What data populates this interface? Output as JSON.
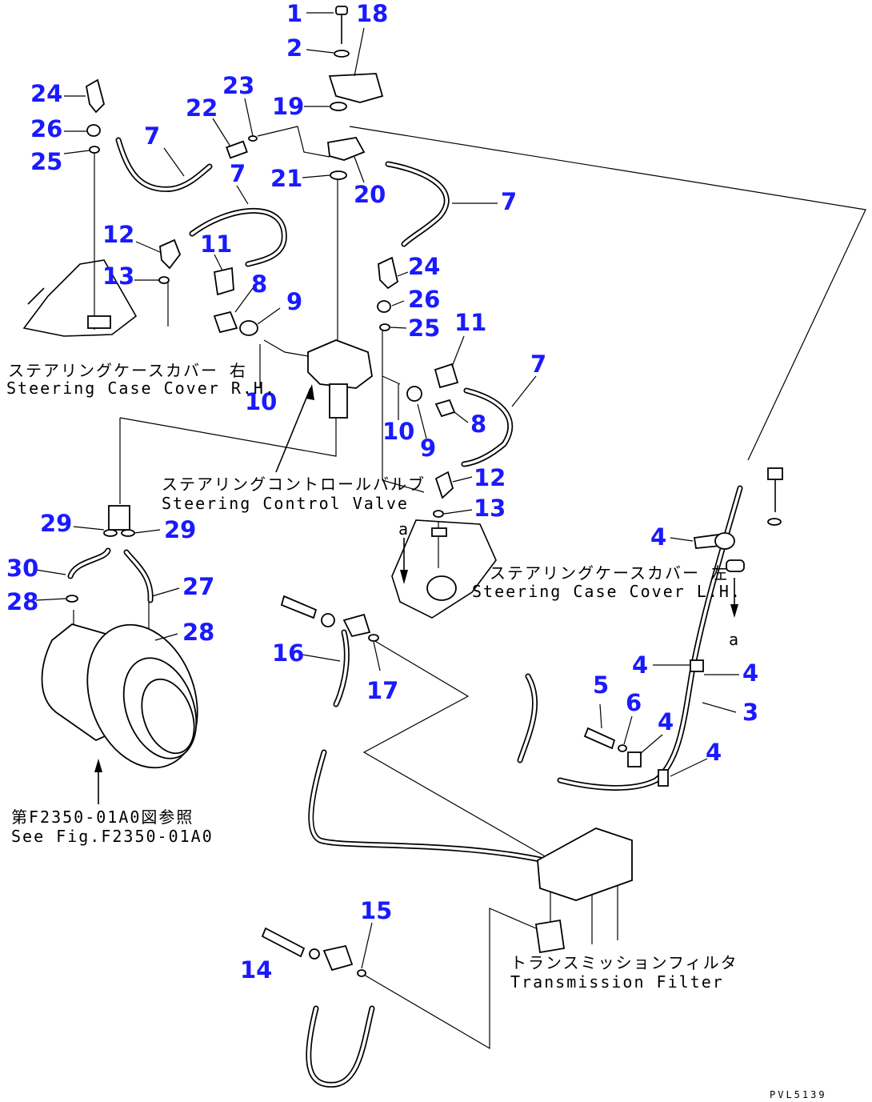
{
  "diagram": {
    "callouts": [
      {
        "id": "c1",
        "text": "1"
      },
      {
        "id": "c18",
        "text": "18"
      },
      {
        "id": "c2",
        "text": "2"
      },
      {
        "id": "c24a",
        "text": "24"
      },
      {
        "id": "c23",
        "text": "23"
      },
      {
        "id": "c19",
        "text": "19"
      },
      {
        "id": "c22",
        "text": "22"
      },
      {
        "id": "c26a",
        "text": "26"
      },
      {
        "id": "c7a",
        "text": "7"
      },
      {
        "id": "c25a",
        "text": "25"
      },
      {
        "id": "c7b",
        "text": "7"
      },
      {
        "id": "c21",
        "text": "21"
      },
      {
        "id": "c20",
        "text": "20"
      },
      {
        "id": "c7c",
        "text": "7"
      },
      {
        "id": "c12a",
        "text": "12"
      },
      {
        "id": "c11a",
        "text": "11"
      },
      {
        "id": "c24b",
        "text": "24"
      },
      {
        "id": "c13a",
        "text": "13"
      },
      {
        "id": "c8a",
        "text": "8"
      },
      {
        "id": "c26b",
        "text": "26"
      },
      {
        "id": "c9a",
        "text": "9"
      },
      {
        "id": "c25b",
        "text": "25"
      },
      {
        "id": "c11b",
        "text": "11"
      },
      {
        "id": "c7d",
        "text": "7"
      },
      {
        "id": "c10a",
        "text": "10"
      },
      {
        "id": "c10b",
        "text": "10"
      },
      {
        "id": "c8b",
        "text": "8"
      },
      {
        "id": "c9b",
        "text": "9"
      },
      {
        "id": "c12b",
        "text": "12"
      },
      {
        "id": "c13b",
        "text": "13"
      },
      {
        "id": "c29a",
        "text": "29"
      },
      {
        "id": "c29b",
        "text": "29"
      },
      {
        "id": "c4a",
        "text": "4"
      },
      {
        "id": "c30",
        "text": "30"
      },
      {
        "id": "c27",
        "text": "27"
      },
      {
        "id": "c28a",
        "text": "28"
      },
      {
        "id": "c28b",
        "text": "28"
      },
      {
        "id": "c16",
        "text": "16"
      },
      {
        "id": "c17",
        "text": "17"
      },
      {
        "id": "c4b",
        "text": "4"
      },
      {
        "id": "c4c",
        "text": "4"
      },
      {
        "id": "c5",
        "text": "5"
      },
      {
        "id": "c6",
        "text": "6"
      },
      {
        "id": "c3",
        "text": "3"
      },
      {
        "id": "c4d",
        "text": "4"
      },
      {
        "id": "c4e",
        "text": "4"
      },
      {
        "id": "c15",
        "text": "15"
      },
      {
        "id": "c14",
        "text": "14"
      }
    ],
    "labels": {
      "steering_case_rh_jp": "ステアリングケースカバー 右",
      "steering_case_rh_en": "Steering Case Cover R.H.",
      "control_valve_jp": "ステアリングコントロールバルブ",
      "control_valve_en": "Steering Control Valve",
      "steering_case_lh_jp": "ステアリングケースカバー 左",
      "steering_case_lh_en": "Steering Case Cover L.H.",
      "see_fig_jp": "第F2350-01A0図参照",
      "see_fig_en": "See Fig.F2350-01A0",
      "trans_filter_jp": "トランスミッションフィルタ",
      "trans_filter_en": "Transmission Filter",
      "ref_a1": "a",
      "ref_a2": "a",
      "drawing_code": "PVL5139"
    },
    "colors": {
      "callout": "#1a1aff",
      "line": "#000000",
      "background": "#ffffff"
    }
  }
}
